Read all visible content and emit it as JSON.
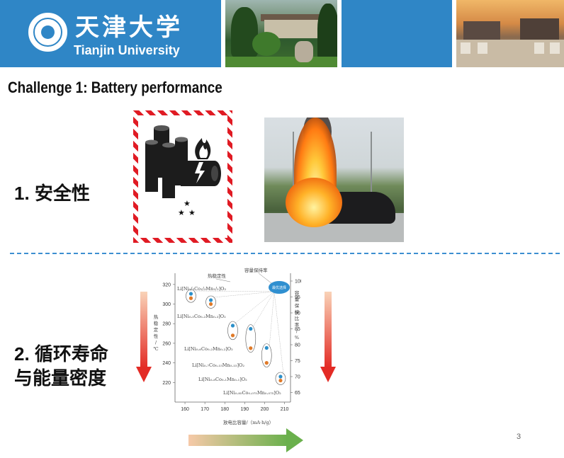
{
  "header": {
    "university_cn": "天津大学",
    "university_en": "Tianjin University"
  },
  "slide": {
    "title": "Challenge 1: Battery performance",
    "item1_label": "1. 安全性",
    "item2_label_line1": "2. 循环寿命",
    "item2_label_line2": "与能量密度",
    "page_number": "3"
  },
  "chart_data": {
    "type": "scatter",
    "top_labels": [
      "热稳定性",
      "容量保持率"
    ],
    "center_label": "最优选择",
    "xlabel": "放电比容量/（mA·h/g）",
    "ylabel_left": "热稳定性/℃",
    "ylabel_right": "容量保持比率/%",
    "xlim": [
      155,
      213
    ],
    "ylim_left": [
      200,
      330
    ],
    "ylim_right": [
      62,
      102
    ],
    "x_ticks": [
      160,
      170,
      180,
      190,
      200,
      210
    ],
    "y_left_ticks": [
      220,
      240,
      260,
      280,
      300,
      320
    ],
    "y_right_ticks": [
      65,
      70,
      75,
      80,
      85,
      90,
      95,
      100
    ],
    "materials": [
      {
        "name": "Li[Ni1/3Co1/3Mn1/3]O2",
        "name_display": "Li[Ni₁/₃Co₁/₃Mn₁/₃]O₂",
        "x": 163,
        "thermal_c": 306,
        "retention_pct": 96
      },
      {
        "name": "Li[Ni0.5Co0.2Mn0.3]O2",
        "name_display": "Li[Ni₀.₅Co₀.₂Mn₀.₃]O₂",
        "x": 173,
        "thermal_c": 300,
        "retention_pct": 94
      },
      {
        "name": "Li[Ni0.6Co0.2Mn0.2]O2",
        "name_display": "Li[Ni₀.₆Co₀.₂Mn₀.₂]O₂",
        "x": 184,
        "thermal_c": 268,
        "retention_pct": 86
      },
      {
        "name": "Li[Ni0.7Co0.15Mn0.15]O2",
        "name_display": "Li[Ni₀.₇Co₀.₁₅Mn₀.₁₅]O₂",
        "x": 193,
        "thermal_c": 255,
        "retention_pct": 85
      },
      {
        "name": "Li[Ni0.8Co0.1Mn0.1]O2",
        "name_display": "Li[Ni₀.₈Co₀.₁Mn₀.₁]O₂",
        "x": 201,
        "thermal_c": 240,
        "retention_pct": 79
      },
      {
        "name": "Li[Ni0.85Co0.075Mn0.075]O2",
        "name_display": "Li[Ni₀.₈₅Co₀.₀₇₅Mn₀.₀₇₅]O₂",
        "x": 208,
        "thermal_c": 222,
        "retention_pct": 70
      }
    ],
    "colors": {
      "thermal": "#e07a28",
      "retention": "#2b8fc9",
      "optimal": "#2f8fd0"
    }
  },
  "colors": {
    "brand_blue": "#2f86c6",
    "divider": "#3d8fd1",
    "arrow_red": "#e32b25",
    "arrow_green": "#6ab04c"
  }
}
